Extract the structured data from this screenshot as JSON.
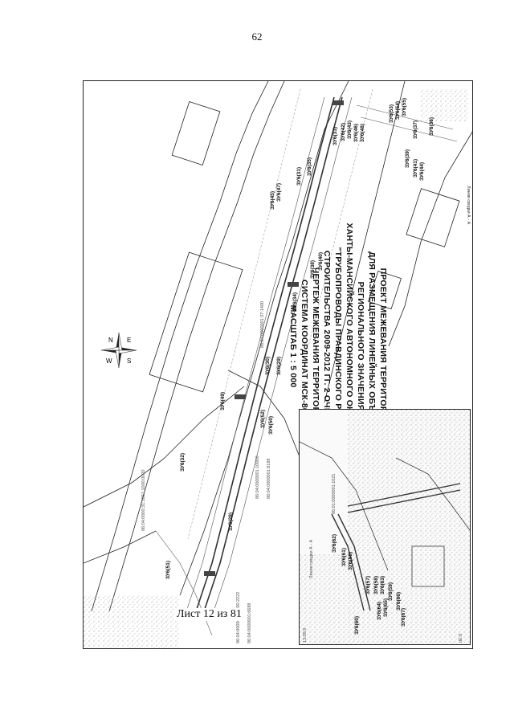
{
  "page_number": "62",
  "title_lines": [
    "ПРОЕКТ МЕЖЕВАНИЯ ТЕРРИТОРИИ",
    "ДЛЯ РАЗМЕЩЕНИЯ ЛИНЕЙНЫХ ОБЪЕКТОВ",
    "РЕГИОНАЛЬНОГО ЗНАЧЕНИЯ",
    "ХАНТЫ-МАНСИЙСКОГО АВТОНОМНОГО ОКРУГА - ЮГРЫ",
    "\"ТРУБОПРОВОДЫ ПРАВДИНСКОГО РЕГИОНА",
    "СТРОИТЕЛЬСТВА 2009-2012 ГГ. 2 ОЧЕРЕДЬ\"",
    "ЧЕРТЕЖ МЕЖЕВАНИЯ ТЕРРИТОРИИ",
    "СИСТЕМА КООРДИНАТ МСК-86",
    "МАСШТАБ 1 : 5 000"
  ],
  "compass": {
    "n": "N",
    "e": "E",
    "s": "S",
    "w": "W"
  },
  "sheet_label": "Лист 12 из 81",
  "match_line_label": "Линия сводки А - А",
  "plot_labels": [
    "ЗУ6(31)",
    "ЗУ6(35)",
    "ЗУ6(33)",
    "ЗУ6(42)",
    "ЗУ6(43)",
    "ЗУ6(46)",
    "ЗУ6(48)",
    "ЗУ6(53)",
    "ЗУ6(54)",
    "ЗУ6(55)",
    "ЗУ6(36)",
    "ЗУ6(37)",
    "ЗУ6(39)",
    "ЗУ6(41)",
    "ЗУ6(44)",
    "ЗУ6(47)",
    "ЗУ6(45)",
    "ЗУ6(40)",
    "ЗУ6(38)",
    "ЗУ6(34)",
    "ЗУ6(30)",
    "ЗУ6(29)",
    "ЗУ6(28)",
    "ЗУ6(32)",
    "ЗУ6(49)",
    "ЗУ6(50)",
    "ЗУ6(51)",
    "ЗУ6(52)",
    "ЗУ6(56)",
    "ЗУ6(57)",
    "ЗУ6(58)",
    "ЗУ6(59)",
    "ЗУ6(60)",
    "ЗУ6(61)",
    "ЗУ6(62)",
    "ЗУ6(63)",
    "ЗУ6(64)",
    "ЗУ6(65)",
    "ЗУ6(66)",
    "ЗУ6(67)"
  ],
  "cadastral_numbers": [
    "86:04:0000001:10000",
    "86:04:0000001:8189",
    "86:04:0000001:37:1400",
    "86:04:0000:31:1051:1000:0020",
    "86:04:0000001:1700:2222",
    "86:04:0000001:6688",
    "86:01:0000001:1021"
  ],
  "inset_bottom_labels": [
    "13:98:9",
    "dE:0"
  ],
  "colors": {
    "line": "#222222",
    "pipeline": "#333333",
    "stipple": "#9a9a9a"
  }
}
